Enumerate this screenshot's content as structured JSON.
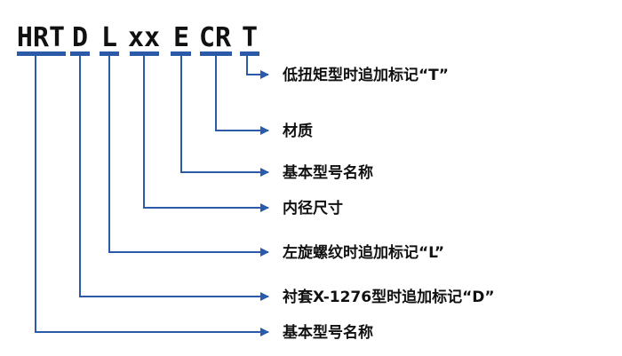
{
  "colors": {
    "text": "#111111",
    "line": "#2a5aa8",
    "underline": "#2a5aa8",
    "arrow": "#2a5aa8"
  },
  "code_segments": [
    {
      "id": "hrt",
      "text": "HRT"
    },
    {
      "id": "d",
      "text": "D"
    },
    {
      "id": "l",
      "text": "L"
    },
    {
      "id": "xx",
      "text": "xx"
    },
    {
      "id": "e",
      "text": "E"
    },
    {
      "id": "cr",
      "text": "CR"
    },
    {
      "id": "t",
      "text": "T"
    }
  ],
  "callouts": [
    {
      "segment": "t",
      "label": "低扭矩型时追加标记“T”"
    },
    {
      "segment": "cr",
      "label": "材质"
    },
    {
      "segment": "e",
      "label": "基本型号名称"
    },
    {
      "segment": "xx",
      "label": "内径尺寸"
    },
    {
      "segment": "l",
      "label": "左旋螺纹时追加标记“L”"
    },
    {
      "segment": "d",
      "label": "衬套X-1276型时追加标记“D”"
    },
    {
      "segment": "hrt",
      "label": "基本型号名称"
    }
  ],
  "icons": {
    "arrow": "arrow-right-icon"
  }
}
